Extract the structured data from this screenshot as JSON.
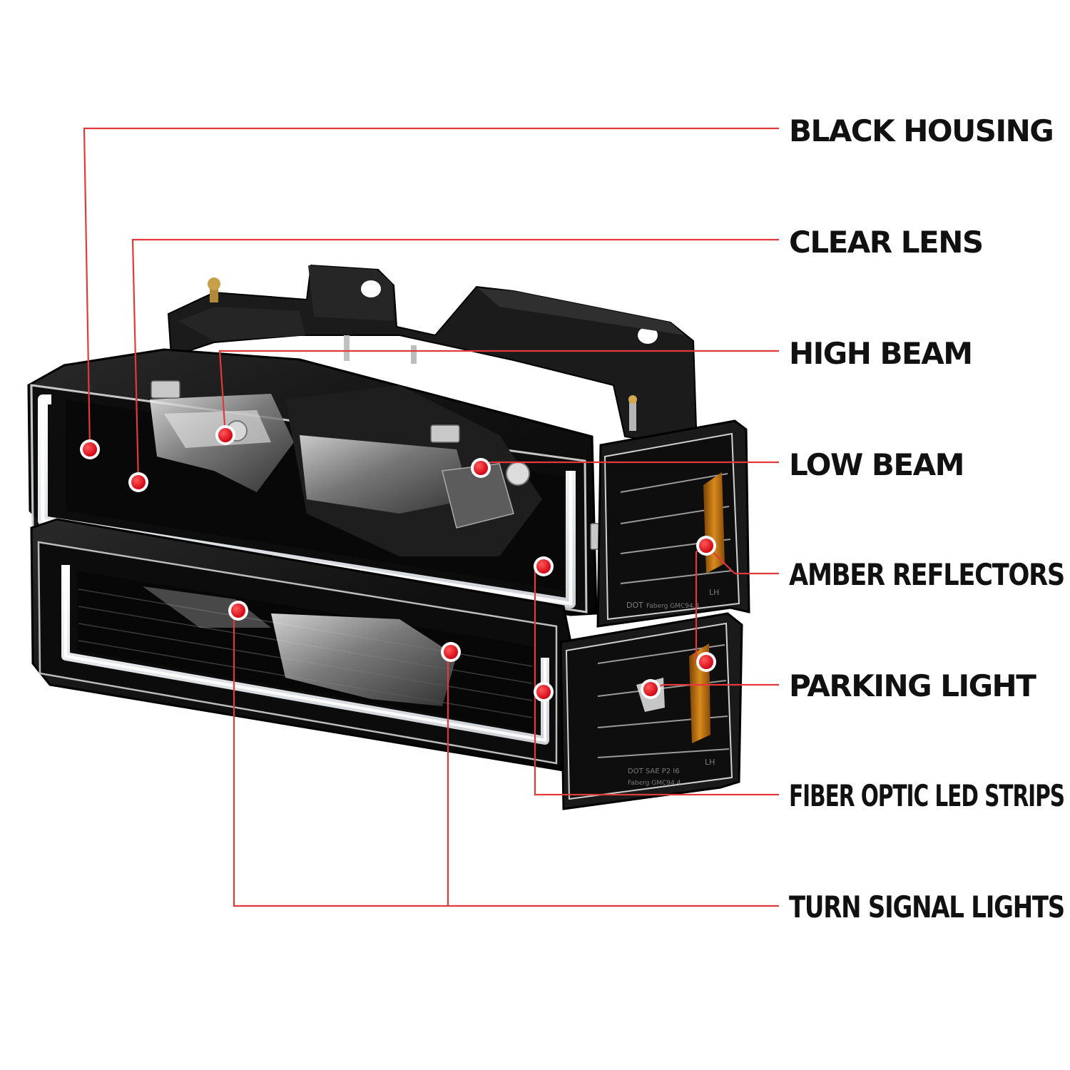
{
  "colors": {
    "leader_line": "#e23a3a",
    "marker_fill": "#e0101a",
    "marker_ring": "#ffffff",
    "label_text": "#111111",
    "housing": "#141414",
    "amber": "#c97a12"
  },
  "callouts": {
    "black_housing": "BLACK HOUSING",
    "clear_lens": "CLEAR LENS",
    "high_beam": "HIGH BEAM",
    "low_beam": "LOW BEAM",
    "amber_reflectors": "AMBER REFLECTORS",
    "parking_light": "PARKING LIGHT",
    "fiber_optic_led_strips": "FIBER OPTIC LED STRIPS",
    "turn_signal_lights": "TURN SIGNAL LIGHTS"
  },
  "product_markings": {
    "upper_corner_dot": "DOT",
    "upper_corner_brand": "Faberg GMC94.4",
    "upper_corner_side": "LH",
    "lower_corner_dot": "DOT  SAE  P2  I6",
    "lower_corner_brand": "Faberg GMC94.4",
    "lower_corner_side": "LH"
  }
}
